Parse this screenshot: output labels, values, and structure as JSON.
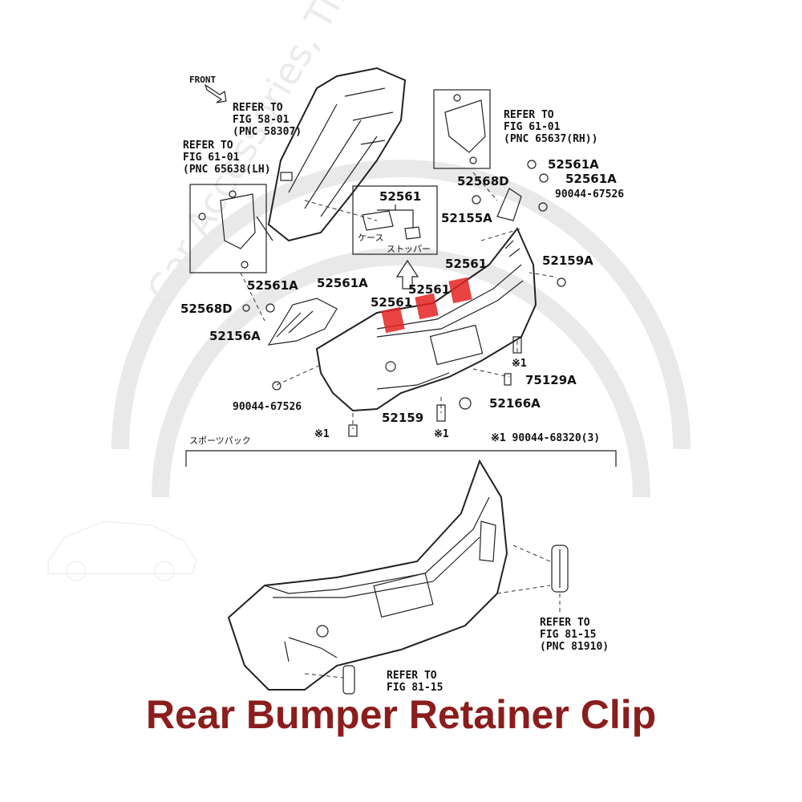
{
  "title": "Rear Bumper Retainer Clip",
  "watermark": "Car Accessories, Tires",
  "highlight_color": "#e52222",
  "title_color": "#8b1d1d",
  "front_label": "FRONT",
  "refer_58": {
    "l1": "REFER TO",
    "l2": "FIG 58-01",
    "l3": "(PNC 58307)"
  },
  "refer_61_lh": {
    "l1": "REFER TO",
    "l2": "FIG 61-01",
    "l3": "(PNC 65638(LH)"
  },
  "refer_61_rh": {
    "l1": "REFER TO",
    "l2": "FIG 61-01",
    "l3": "(PNC 65637(RH))"
  },
  "refer_81_r": {
    "l1": "REFER TO",
    "l2": "FIG 81-15",
    "l3": "(PNC 81910)"
  },
  "refer_81_l": {
    "l1": "REFER TO",
    "l2": "FIG 81-15"
  },
  "inset": {
    "part": "52561",
    "case": "ケース",
    "stopper": "ストッパー"
  },
  "parts": {
    "p52561a_rt1": "52561A",
    "p52561a_rt2": "52561A",
    "p52568d_r": "52568D",
    "p90044_r": "90044-67526",
    "p52155a": "52155A",
    "p52159a": "52159A",
    "p52561_1": "52561",
    "p52561_2": "52561",
    "p52561_3": "52561",
    "p52561a_l1": "52561A",
    "p52561a_l2": "52561A",
    "p52568d_l": "52568D",
    "p52156a": "52156A",
    "p90044_l": "90044-67526",
    "p52159": "52159",
    "p75129a": "75129A",
    "p52166a": "52166A",
    "mark_1a": "※1",
    "mark_1b": "※1",
    "mark_1c": "※1",
    "note": "※1  90044-68320(3)"
  },
  "sport_label": "スポーツパック"
}
